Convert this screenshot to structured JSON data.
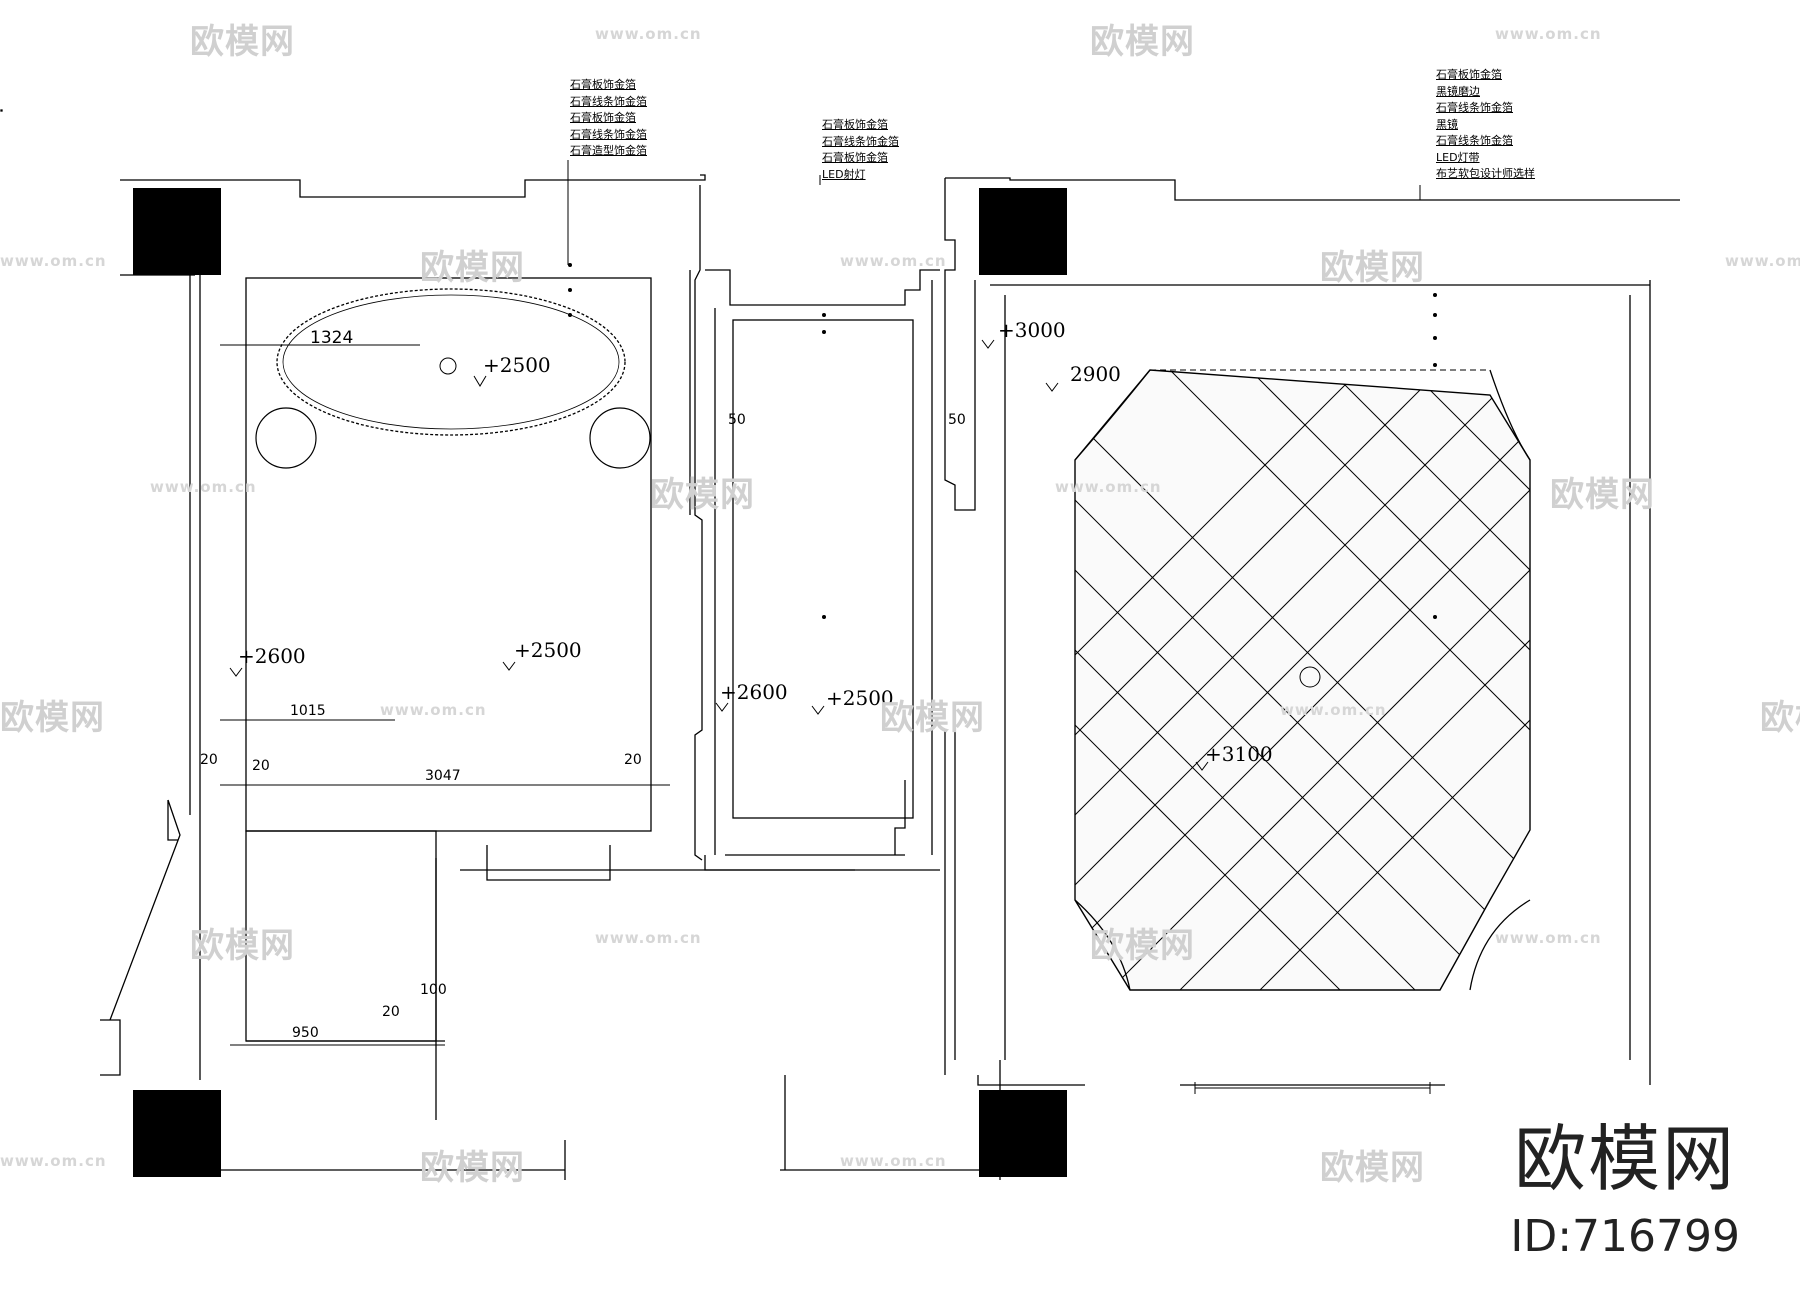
{
  "labels_left": [
    "石膏板饰金箔",
    "石膏线条饰金箔",
    "石膏板饰金箔",
    "石膏线条饰金箔",
    "石膏造型饰金箔"
  ],
  "labels_middle": [
    "石膏板饰金箔",
    "石膏线条饰金箔",
    "石膏板饰金箔",
    "LED射灯"
  ],
  "labels_right": [
    "石膏板饰金箔",
    "黑镜磨边",
    "石膏线条饰金箔",
    "黑镜",
    "石膏线条饰金箔",
    "LED灯带",
    "布艺软包设计师选样"
  ],
  "elevations": {
    "left_upper": "+2500",
    "left_side": "+2600",
    "left_center": "+2500",
    "mid_side": "+2600",
    "mid_center": "+2500",
    "right_top": "+3000",
    "right_second": "2900",
    "right_center": "+3100"
  },
  "dimensions": {
    "ellipse_width": "1324",
    "left_width": "1015",
    "left_bottom": "3047",
    "left_base": "950",
    "mid_left_50": "50",
    "mid_right_50": "50",
    "d20_a": "20",
    "d20_b": "20",
    "d20_c": "20",
    "d20_d": "20",
    "d100": "100"
  },
  "watermark": {
    "brand_cn": "欧模网",
    "url": "www.om.cn",
    "id_text": "ID:716799"
  }
}
